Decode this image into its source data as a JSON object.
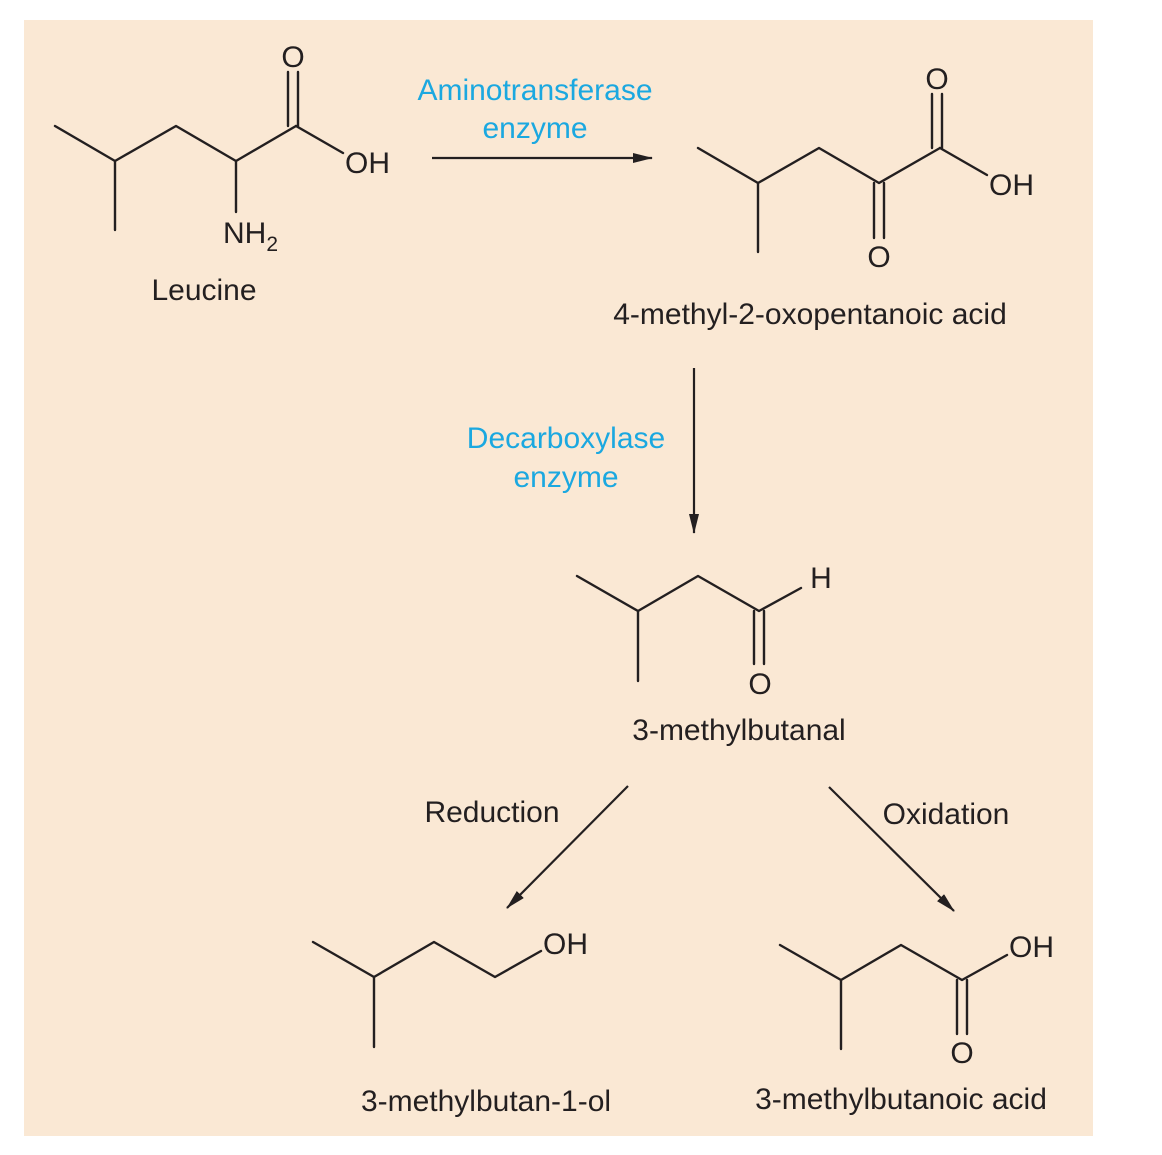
{
  "colors": {
    "panel_background": "#fae8d4",
    "enzyme_text": "#1ba8e0",
    "ink": "#231f20"
  },
  "compounds": {
    "leucine": {
      "name": "Leucine",
      "atoms": {
        "carbonyl_o": "O",
        "hydroxyl": "OH",
        "amine_n": "NH",
        "amine_sub": "2"
      }
    },
    "oxo_acid": {
      "name": "4-methyl-2-oxopentanoic acid",
      "atoms": {
        "acid_o": "O",
        "hydroxyl": "OH",
        "keto_o": "O"
      }
    },
    "aldehyde": {
      "name": "3-methylbutanal",
      "atoms": {
        "hydrogen": "H",
        "carbonyl_o": "O"
      }
    },
    "alcohol": {
      "name": "3-methylbutan-1-ol",
      "atoms": {
        "hydroxyl": "OH"
      }
    },
    "acid": {
      "name": "3-methylbutanoic acid",
      "atoms": {
        "hydroxyl": "OH",
        "carbonyl_o": "O"
      }
    }
  },
  "enzymes": {
    "aminotransferase": {
      "line1": "Aminotransferase",
      "line2": "enzyme"
    },
    "decarboxylase": {
      "line1": "Decarboxylase",
      "line2": "enzyme"
    }
  },
  "reactions": {
    "reduction": "Reduction",
    "oxidation": "Oxidation"
  }
}
